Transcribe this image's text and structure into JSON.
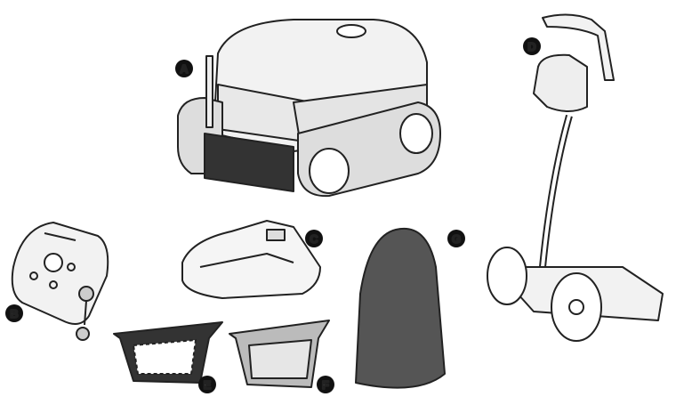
{
  "parts": [
    {
      "id": "robot",
      "label": "A"
    },
    {
      "id": "power-supply",
      "label": "B"
    },
    {
      "id": "power-supply-holder",
      "label": "C"
    },
    {
      "id": "trolley",
      "label": "D"
    },
    {
      "id": "filter-basket-coarse",
      "label": "E"
    },
    {
      "id": "filter-basket-fine",
      "label": "F"
    },
    {
      "id": "cover",
      "label": "G"
    }
  ],
  "colors": {
    "outline": "#222222",
    "fill": "#f2f2f2",
    "cover": "#555555",
    "badge": "#111111"
  }
}
